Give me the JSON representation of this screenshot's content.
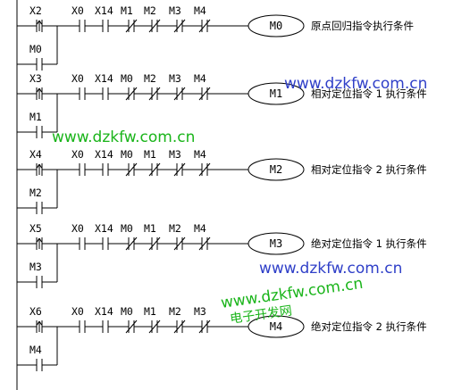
{
  "rungs": [
    {
      "latch_label": "X2",
      "hold_label": "M0",
      "contacts": [
        "X0",
        "X14",
        "M1",
        "M2",
        "M3",
        "M4"
      ],
      "coil": "M0",
      "comment": "原点回归指令执行条件"
    },
    {
      "latch_label": "X3",
      "hold_label": "M1",
      "contacts": [
        "X0",
        "X14",
        "M0",
        "M2",
        "M3",
        "M4"
      ],
      "coil": "M1",
      "comment": "相对定位指令 1 执行条件"
    },
    {
      "latch_label": "X4",
      "hold_label": "M2",
      "contacts": [
        "X0",
        "X14",
        "M0",
        "M1",
        "M3",
        "M4"
      ],
      "coil": "M2",
      "comment": "相对定位指令 2 执行条件"
    },
    {
      "latch_label": "X5",
      "hold_label": "M3",
      "contacts": [
        "X0",
        "X14",
        "M0",
        "M1",
        "M2",
        "M4"
      ],
      "coil": "M3",
      "comment": "绝对定位指令 1 执行条件"
    },
    {
      "latch_label": "X6",
      "hold_label": "M4",
      "contacts": [
        "X0",
        "X14",
        "M0",
        "M1",
        "M2",
        "M3"
      ],
      "coil": "M4",
      "comment": "绝对定位指令 2 执行条件"
    }
  ],
  "contact_types": [
    "NO",
    "NO",
    "NC",
    "NC",
    "NC",
    "NC"
  ],
  "watermarks": {
    "w1": "www.dzkfw.com.cn",
    "w2": "www.dzkfw.com.cn",
    "w3": "www.dzkfw.com.cn",
    "w4": "www.dzkfw.com.cn",
    "w5": "电子开发网"
  },
  "colors": {
    "watermark_green": "#19b419",
    "watermark_blue": "#2f3fc8"
  }
}
